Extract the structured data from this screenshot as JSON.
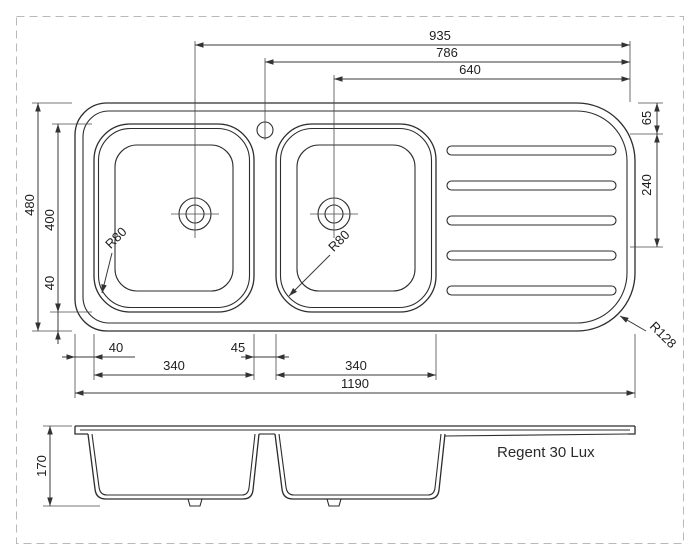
{
  "product": {
    "name": "Regent 30 Lux"
  },
  "dimensions": {
    "top": {
      "d935": "935",
      "d786": "786",
      "d640": "640"
    },
    "right": {
      "d65": "65",
      "d240": "240"
    },
    "left": {
      "d480": "480",
      "d400": "400",
      "d40": "40"
    },
    "bottom": {
      "d40": "40",
      "d340a": "340",
      "d45": "45",
      "d340b": "340",
      "d1190": "1190"
    },
    "front": {
      "d170": "170"
    },
    "radii": {
      "bowl1": "R80",
      "bowl2": "R80",
      "corner": "R128"
    }
  }
}
